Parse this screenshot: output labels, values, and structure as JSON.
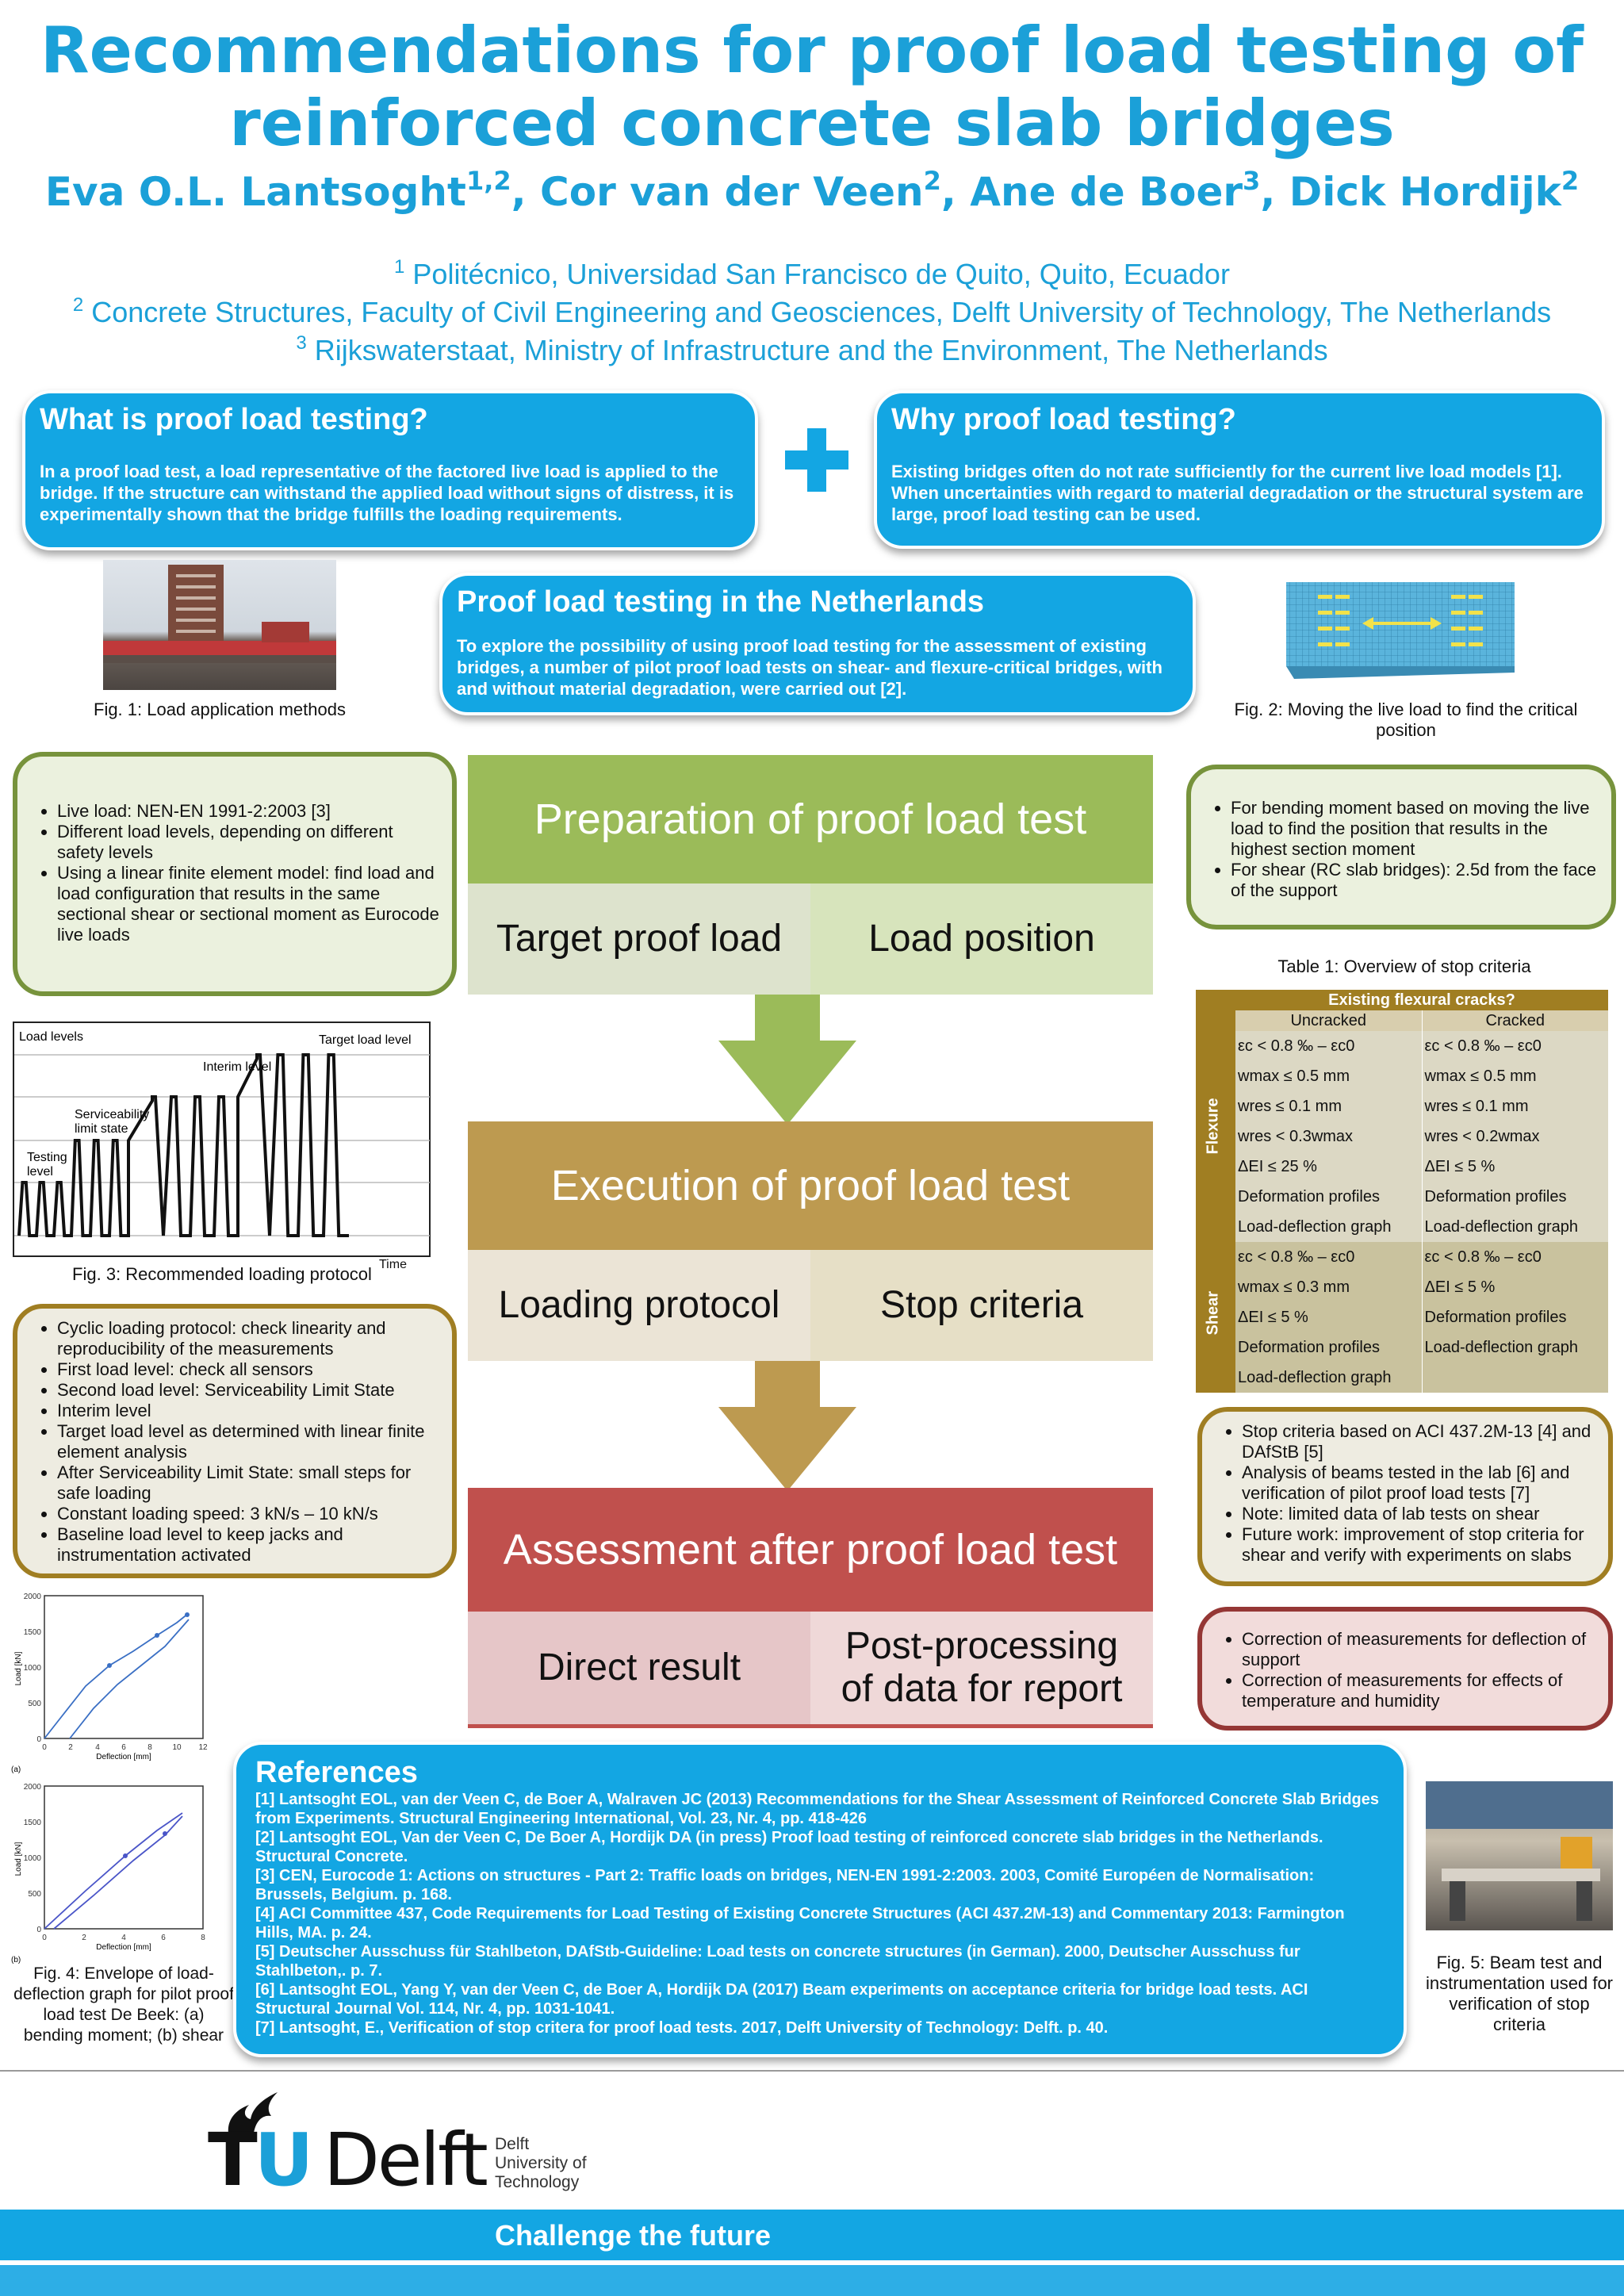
{
  "title": {
    "line1": "Recommendations for proof load testing of",
    "line2": "reinforced concrete slab bridges"
  },
  "authors": [
    {
      "name": "Eva O.L. Lantsoght",
      "sup": "1,2",
      "sep": ", "
    },
    {
      "name": "Cor van der Veen",
      "sup": "2",
      "sep": ", "
    },
    {
      "name": "Ane de Boer",
      "sup": "3",
      "sep": ", "
    },
    {
      "name": "Dick Hordijk",
      "sup": "2",
      "sep": ""
    }
  ],
  "affiliations": [
    {
      "sup": "1",
      "text": " Politécnico, Universidad San Francisco de Quito, Quito, Ecuador"
    },
    {
      "sup": "2",
      "text": " Concrete Structures, Faculty of Civil Engineering and Geosciences, Delft University of Technology, The Netherlands"
    },
    {
      "sup": "3",
      "text": " Rijkswaterstaat, Ministry of Infrastructure and the Environment, The Netherlands"
    }
  ],
  "what_box": {
    "heading": "What is proof load testing?",
    "body": "In a proof load test, a load representative of the factored live load is applied to the bridge. If the structure can withstand the applied load without signs of distress, it is experimentally shown that the bridge fulfills the loading requirements."
  },
  "why_box": {
    "heading": "Why proof load testing?",
    "body": "Existing bridges often do not rate sufficiently for the current live load models [1]. When uncertainties with regard to material degradation or the structural system are large, proof load testing can be used."
  },
  "nl_box": {
    "heading": "Proof load testing in the Netherlands",
    "body": "To explore the possibility of using proof load testing for the assessment of existing bridges, a number of pilot proof load tests on shear- and flexure-critical bridges, with and without material degradation, were carried out [2]."
  },
  "fig1_caption": "Fig. 1: Load application methods",
  "fig2_caption": "Fig. 2: Moving the live load to find the critical position",
  "fig3": {
    "caption": "Fig. 3: Recommended loading protocol",
    "labels": {
      "load_levels": "Load levels",
      "target": "Target load level",
      "interim": "Interim level",
      "sls1": "Serviceability",
      "sls2": "limit state",
      "testing1": "Testing",
      "testing2": "level",
      "time": "Time"
    }
  },
  "fig4": {
    "caption": "Fig. 4: Envelope of load-deflection graph for pilot proof load test De Beek: (a) bending moment; (b) shear",
    "a": {
      "ylabel": "Load [kN]",
      "xlabel": "Deflection [mm]",
      "tag": "(a)",
      "yticks": [
        "0",
        "500",
        "1000",
        "1500",
        "2000"
      ],
      "xticks": [
        "0",
        "2",
        "4",
        "6",
        "8",
        "10",
        "12"
      ]
    },
    "b": {
      "ylabel": "Load [kN]",
      "xlabel": "Deflection [mm]",
      "tag": "(b)",
      "yticks": [
        "0",
        "500",
        "1000",
        "1500",
        "2000"
      ],
      "xticks": [
        "0",
        "2",
        "4",
        "6",
        "8"
      ]
    }
  },
  "fig5_caption": "Fig. 5: Beam test and instrumentation used for verification of stop criteria",
  "prep_bullets": [
    "Live load: NEN-EN 1991-2:2003 [3]",
    "Different load levels, depending on different safety levels",
    "Using a linear finite element model: find load and load configuration that results in the same sectional shear or sectional moment as Eurocode live loads"
  ],
  "position_bullets": [
    "For bending moment based on moving the live load to find the position that results in the highest section moment",
    "For shear (RC slab bridges): 2.5d from the face of the support"
  ],
  "protocol_bullets": [
    "Cyclic loading protocol: check linearity and reproducibility of the measurements",
    "First load level: check all sensors",
    "Second load level: Serviceability Limit State",
    "Interim level",
    "Target load level as determined with linear finite element analysis",
    "After Serviceability Limit State: small steps for safe loading",
    "Constant loading speed: 3 kN/s – 10 kN/s",
    "Baseline load level to keep jacks and instrumentation activated"
  ],
  "stop_bullets": [
    "Stop criteria based on ACI 437.2M-13 [4] and DAfStB [5]",
    "Analysis of beams tested in the lab [6] and verification of pilot proof load tests [7]",
    "Note: limited data of lab tests on shear",
    "Future work: improvement of stop criteria for shear and verify with experiments on slabs"
  ],
  "assess_bullets": [
    "Correction of measurements for deflection of support",
    "Correction of measurements for effects of temperature and humidity"
  ],
  "flow": {
    "prep": {
      "head": "Preparation of proof load test",
      "left": "Target proof load",
      "right": "Load position"
    },
    "exec": {
      "head": "Execution of proof load test",
      "left": "Loading protocol",
      "right": "Stop criteria"
    },
    "assess": {
      "head": "Assessment after proof load test",
      "left": "Direct result",
      "right": "Post-processing of data for report"
    }
  },
  "table1": {
    "caption": "Table 1: Overview of stop criteria",
    "header": "Existing flexural cracks?",
    "col_uncracked": "Uncracked",
    "col_cracked": "Cracked",
    "flexure_label": "Flexure",
    "shear_label": "Shear",
    "flexure_rows": [
      [
        "εc < 0.8 ‰ – εc0",
        "εc < 0.8 ‰ – εc0"
      ],
      [
        "wmax ≤ 0.5 mm",
        "wmax ≤ 0.5 mm"
      ],
      [
        "wres ≤ 0.1 mm",
        "wres ≤ 0.1 mm"
      ],
      [
        "wres < 0.3wmax",
        "wres < 0.2wmax"
      ],
      [
        "ΔEI ≤ 25 %",
        "ΔEI ≤ 5 %"
      ],
      [
        "Deformation profiles",
        "Deformation profiles"
      ],
      [
        "Load-deflection graph",
        "Load-deflection graph"
      ]
    ],
    "shear_rows": [
      [
        "εc < 0.8 ‰ – εc0",
        "εc < 0.8 ‰ – εc0"
      ],
      [
        "wmax ≤ 0.3 mm",
        "ΔEI ≤ 5 %"
      ],
      [
        "ΔEI ≤ 5 %",
        "Deformation profiles"
      ],
      [
        "Deformation profiles",
        "Load-deflection graph"
      ],
      [
        "Load-deflection graph",
        ""
      ]
    ]
  },
  "references": {
    "heading": "References",
    "items": [
      "[1] Lantsoght EOL, van der Veen C, de Boer A, Walraven JC (2013) Recommendations for the Shear Assessment of Reinforced Concrete Slab Bridges from Experiments. Structural Engineering International, Vol. 23, Nr. 4, pp. 418-426",
      "[2] Lantsoght EOL, Van der Veen  C, De Boer A, Hordijk DA (in press) Proof load testing of reinforced concrete slab bridges in the Netherlands. Structural Concrete.",
      "[3] CEN, Eurocode 1: Actions on structures - Part 2: Traffic loads on bridges, NEN-EN 1991-2:2003. 2003, Comité Européen de Normalisation: Brussels, Belgium. p. 168.",
      "[4] ACI Committee 437, Code Requirements for Load Testing of Existing Concrete Structures (ACI 437.2M-13) and Commentary 2013: Farmington Hills, MA. p. 24.",
      "[5] Deutscher Ausschuss für Stahlbeton, DAfStb-Guideline: Load tests on concrete structures (in German). 2000, Deutscher Ausschuss fur Stahlbeton,. p. 7.",
      "[6] Lantsoght EOL, Yang Y, van der Veen C, de Boer A, Hordijk DA (2017) Beam experiments on acceptance criteria for bridge load tests. ACI Structural Journal Vol. 114, Nr. 4, pp. 1031-1041.",
      "[7] Lantsoght, E., Verification of stop critera for proof load tests. 2017, Delft University of Technology: Delft. p. 40."
    ]
  },
  "logo": {
    "tu": "TU",
    "delft": "Delft",
    "sub1": "Delft",
    "sub2": "University of",
    "sub3": "Technology"
  },
  "footer": {
    "slogan": "Challenge the future"
  },
  "colors": {
    "blue": "#13a6e3",
    "green": "#9bbb59",
    "gold": "#bd9a50",
    "red": "#c0504d"
  }
}
